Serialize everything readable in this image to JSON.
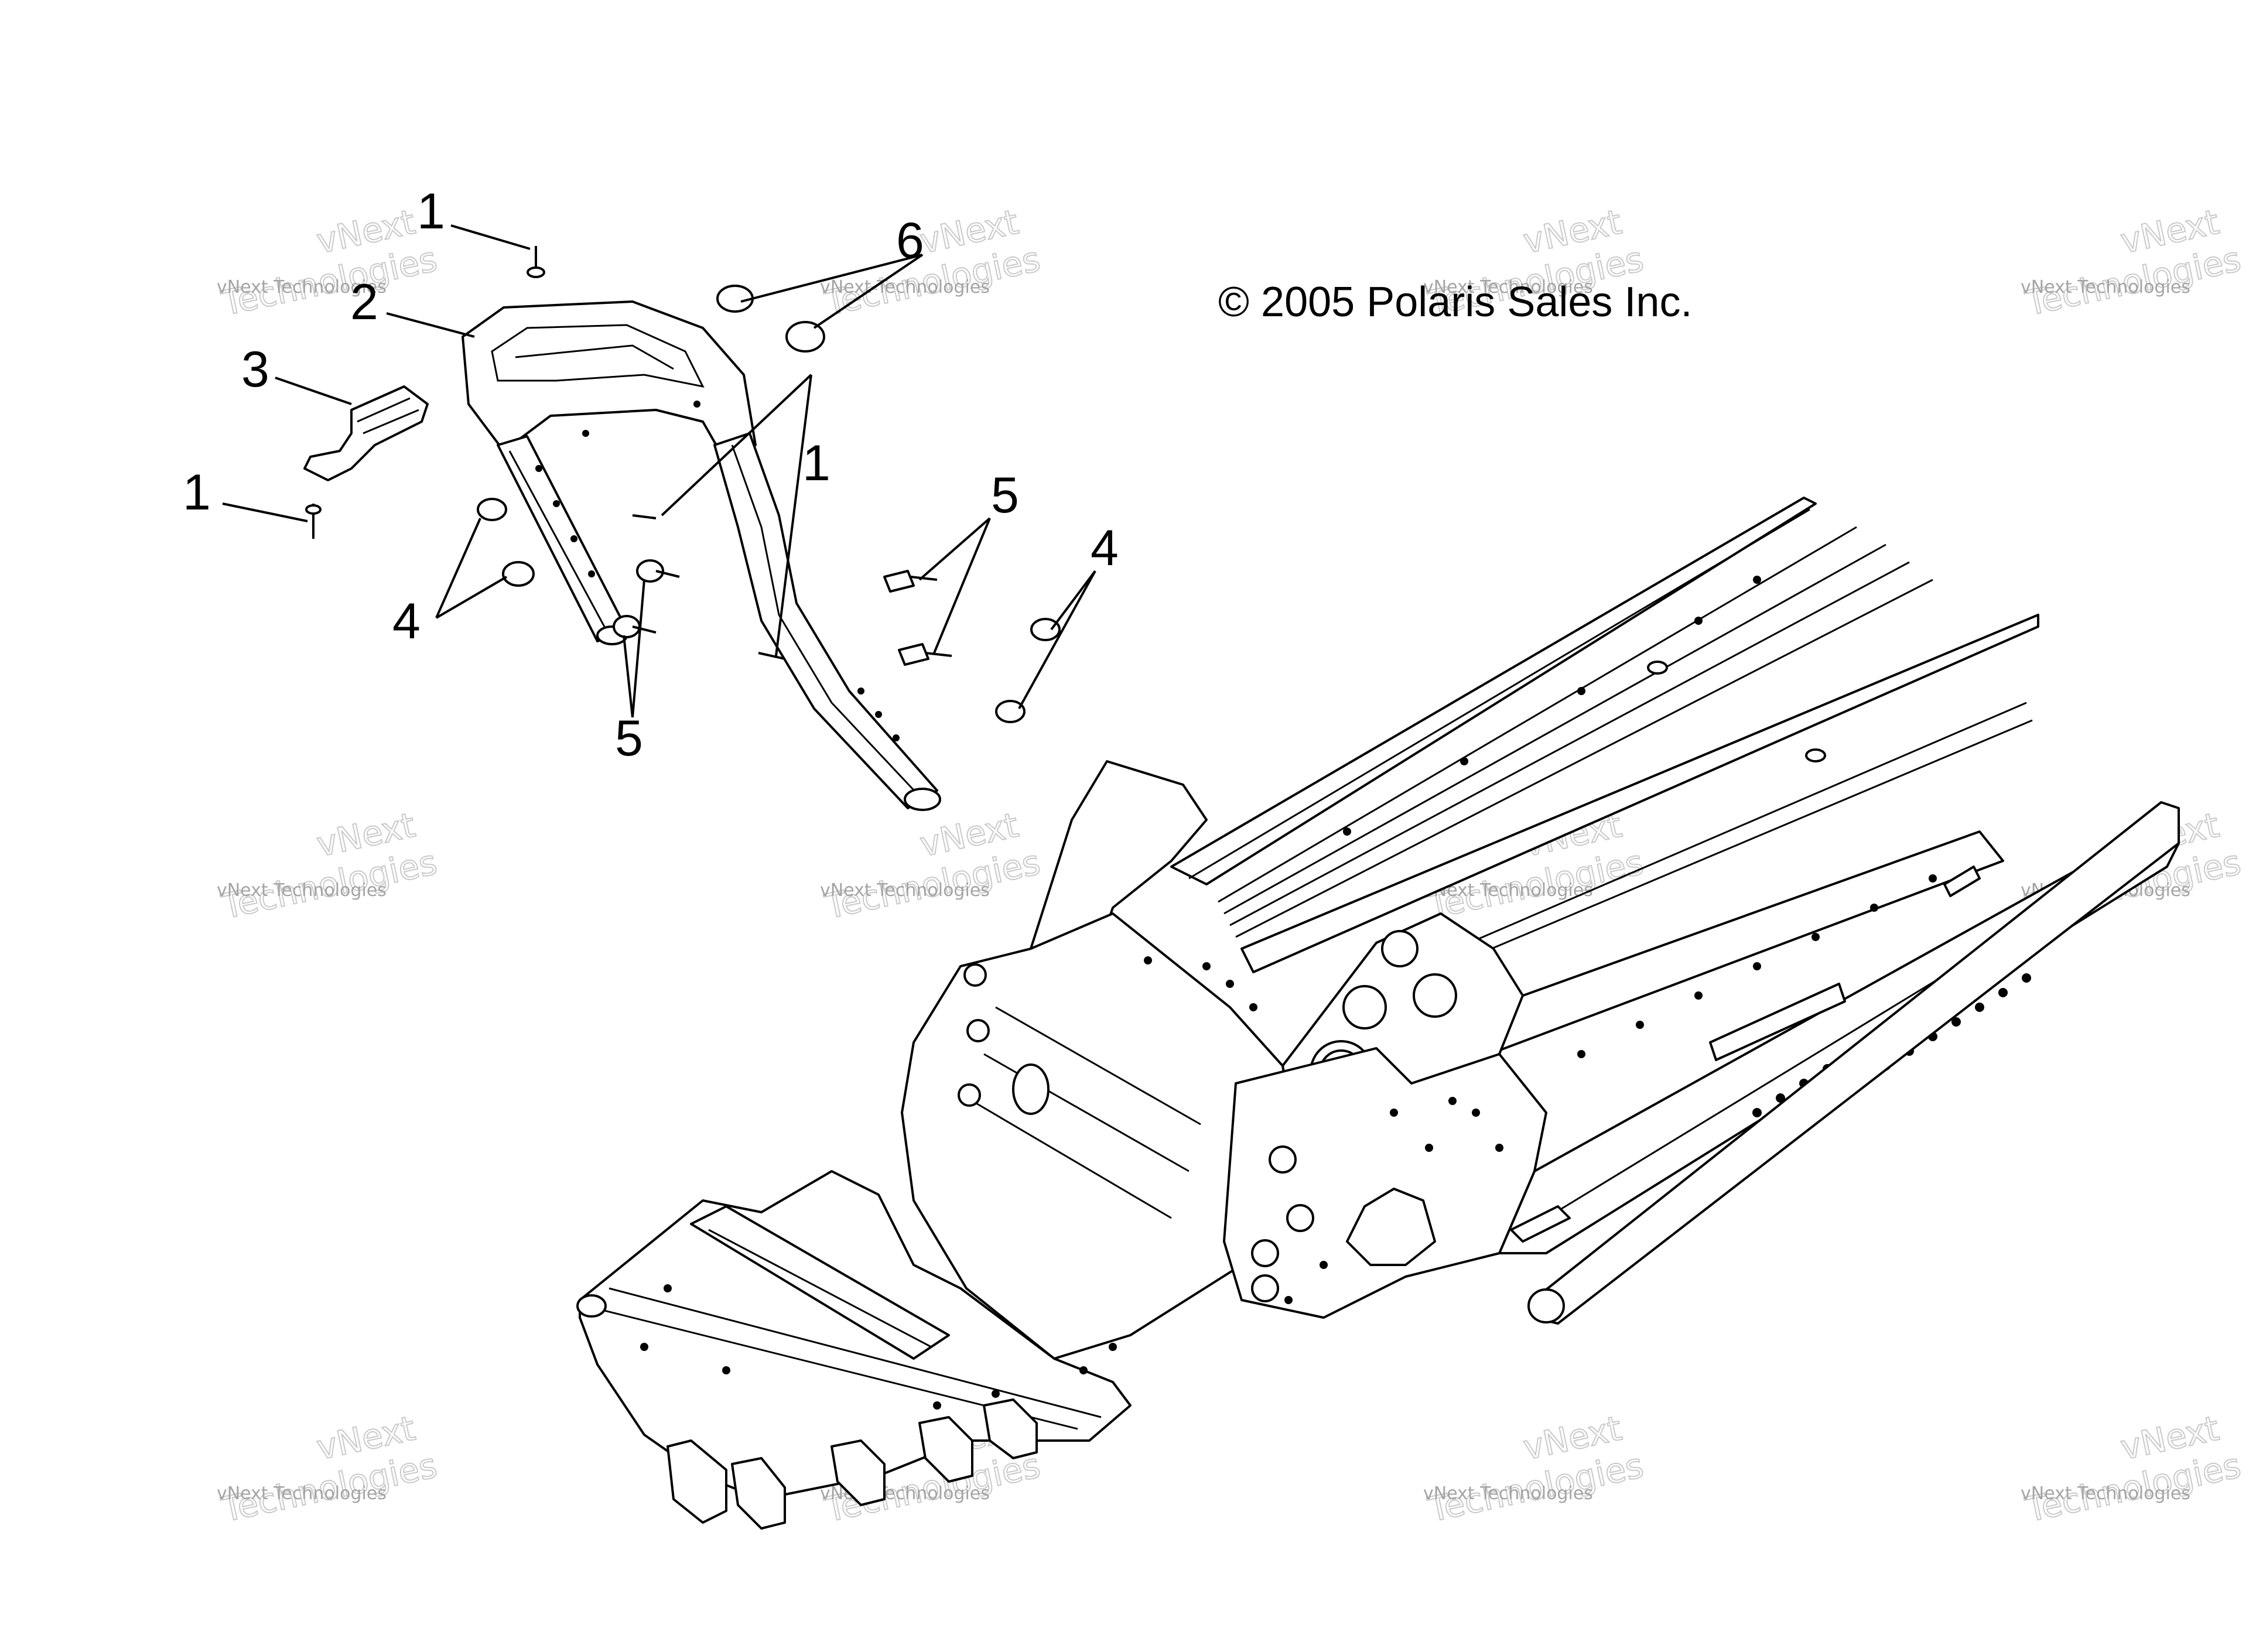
{
  "diagram": {
    "copyright": "© 2005 Polaris Sales Inc.",
    "callouts": [
      {
        "id": "1a",
        "label": "1"
      },
      {
        "id": "2",
        "label": "2"
      },
      {
        "id": "3",
        "label": "3"
      },
      {
        "id": "1b",
        "label": "1"
      },
      {
        "id": "6",
        "label": "6"
      },
      {
        "id": "1c",
        "label": "1"
      },
      {
        "id": "5a",
        "label": "5"
      },
      {
        "id": "4a",
        "label": "4"
      },
      {
        "id": "4b",
        "label": "4"
      },
      {
        "id": "5b",
        "label": "5"
      }
    ],
    "watermark": {
      "line1": "vNext Technologies",
      "line2": "Technologies",
      "line3": "vNext"
    }
  }
}
